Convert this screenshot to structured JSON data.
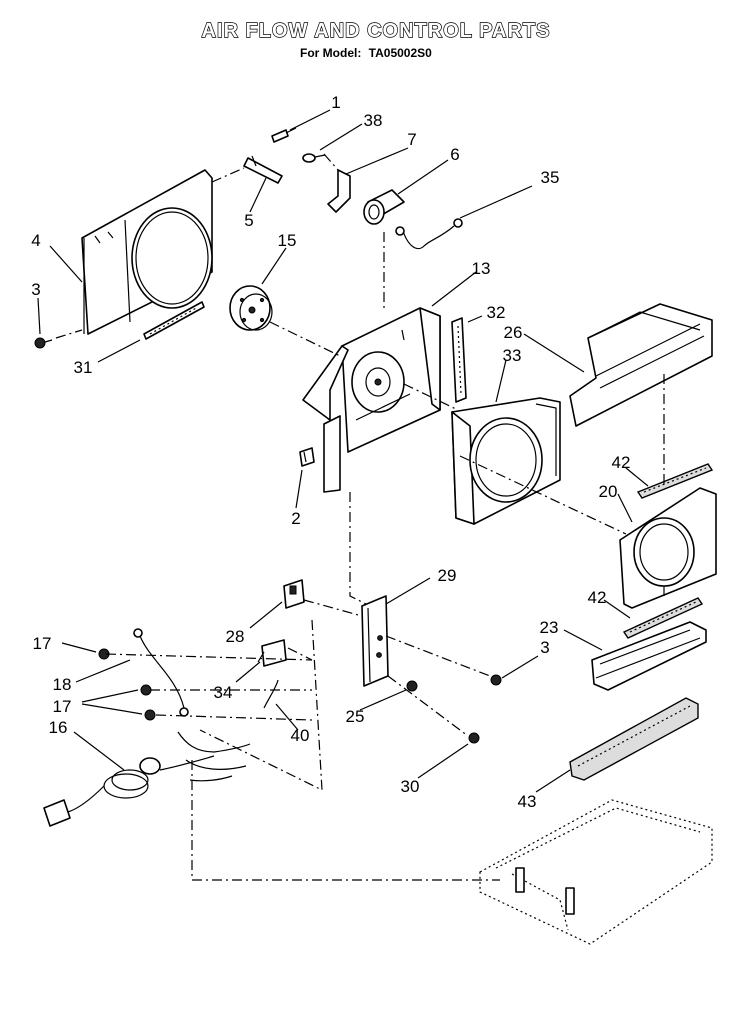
{
  "header": {
    "title": "AIR FLOW AND CONTROL PARTS",
    "model_prefix": "For Model:",
    "model_number": "TA05002S0"
  },
  "callouts": [
    {
      "id": "c1",
      "text": "1"
    },
    {
      "id": "c38",
      "text": "38"
    },
    {
      "id": "c7",
      "text": "7"
    },
    {
      "id": "c6",
      "text": "6"
    },
    {
      "id": "c35",
      "text": "35"
    },
    {
      "id": "c4",
      "text": "4"
    },
    {
      "id": "c5",
      "text": "5"
    },
    {
      "id": "c15",
      "text": "15"
    },
    {
      "id": "c13",
      "text": "13"
    },
    {
      "id": "c3a",
      "text": "3"
    },
    {
      "id": "c31",
      "text": "31"
    },
    {
      "id": "c32",
      "text": "32"
    },
    {
      "id": "c26",
      "text": "26"
    },
    {
      "id": "c33",
      "text": "33"
    },
    {
      "id": "c42a",
      "text": "42"
    },
    {
      "id": "c20",
      "text": "20"
    },
    {
      "id": "c2",
      "text": "2"
    },
    {
      "id": "c29",
      "text": "29"
    },
    {
      "id": "c42b",
      "text": "42"
    },
    {
      "id": "c17a",
      "text": "17"
    },
    {
      "id": "c28",
      "text": "28"
    },
    {
      "id": "c23",
      "text": "23"
    },
    {
      "id": "c3b",
      "text": "3"
    },
    {
      "id": "c18",
      "text": "18"
    },
    {
      "id": "c17b",
      "text": "17"
    },
    {
      "id": "c34",
      "text": "34"
    },
    {
      "id": "c16",
      "text": "16"
    },
    {
      "id": "c25",
      "text": "25"
    },
    {
      "id": "c40",
      "text": "40"
    },
    {
      "id": "c30",
      "text": "30"
    },
    {
      "id": "c43",
      "text": "43"
    }
  ]
}
